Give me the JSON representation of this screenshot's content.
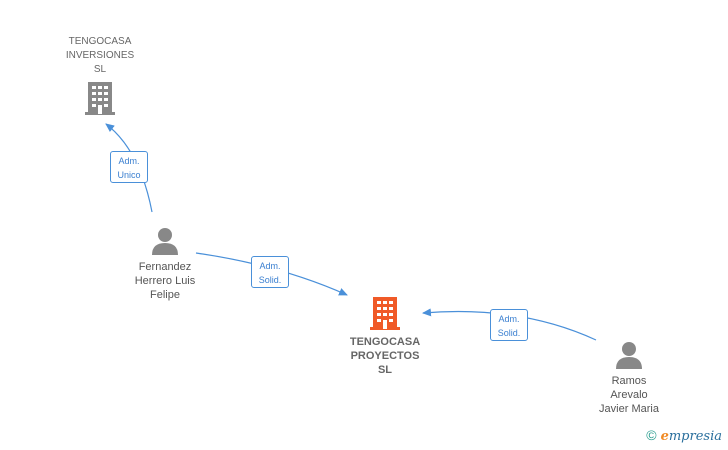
{
  "nodes": {
    "inversiones": {
      "label": "TENGOCASA\nINVERSIONES\nSL"
    },
    "proyectos": {
      "label": "TENGOCASA\nPROYECTOS\nSL"
    },
    "fernandez": {
      "label": "Fernandez\nHerrero Luis\nFelipe"
    },
    "ramos": {
      "label": "Ramos\nArevalo\nJavier Maria"
    }
  },
  "edges": {
    "fernandez_inversiones": {
      "label": "Adm.\nUnico"
    },
    "fernandez_proyectos": {
      "label": "Adm.\nSolid."
    },
    "ramos_proyectos": {
      "label": "Adm.\nSolid."
    }
  },
  "watermark": {
    "copyright": "©",
    "brand_initial": "e",
    "brand_rest": "mpresia"
  },
  "colors": {
    "company_gray": "#888888",
    "company_focus": "#f05a28",
    "person_gray": "#888888",
    "edge": "#4a90d9"
  }
}
